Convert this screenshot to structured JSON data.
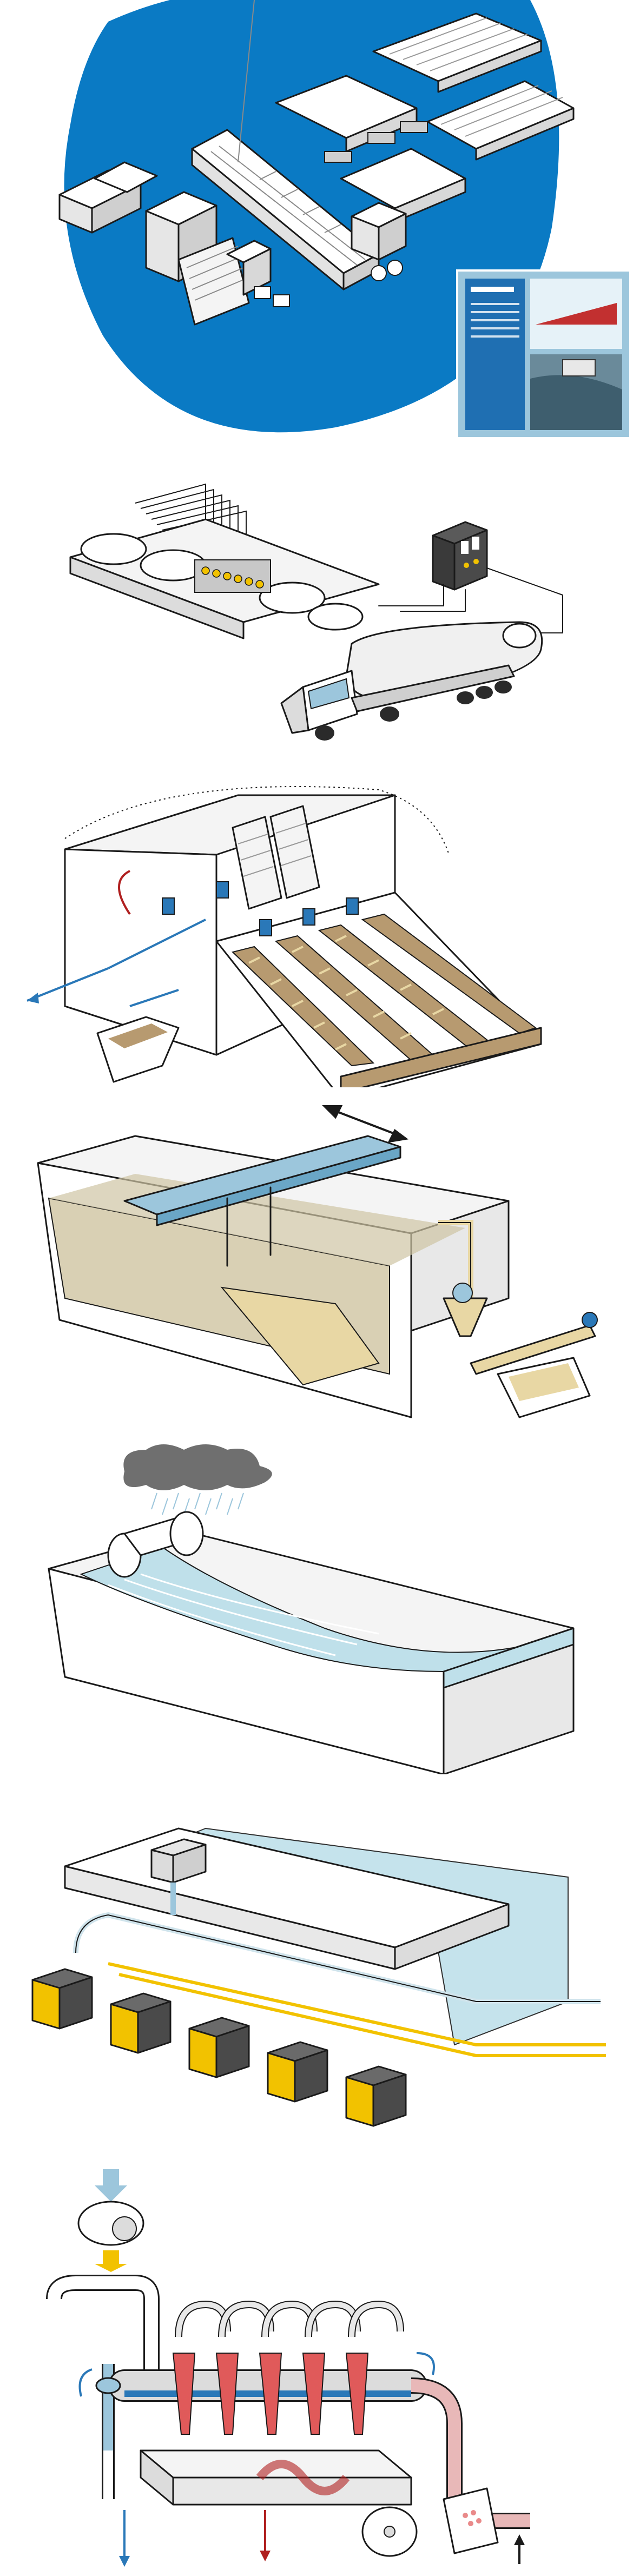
{
  "page": {
    "description_free": true
  },
  "colors": {
    "blue_disc": "#0a7ac4",
    "sand": "#e8d7a4",
    "mud": "#b79a70",
    "water": "#bfe0ea",
    "yellow": "#f2c200",
    "dark_grey": "#4a4a4a",
    "red": "#e05a5a",
    "arrow_blue": "#2a78b8",
    "arrow_red": "#b02020",
    "pipe_pink": "#e8b8b8",
    "outline": "#1a1a1a"
  },
  "icons": [
    "plant-overview",
    "poster-thumbnail",
    "tanker-truck",
    "screen-building",
    "grit-tank",
    "rain-cloud",
    "primary-tank",
    "blower-units",
    "fan-icon",
    "hydrocyclone-unit"
  ]
}
